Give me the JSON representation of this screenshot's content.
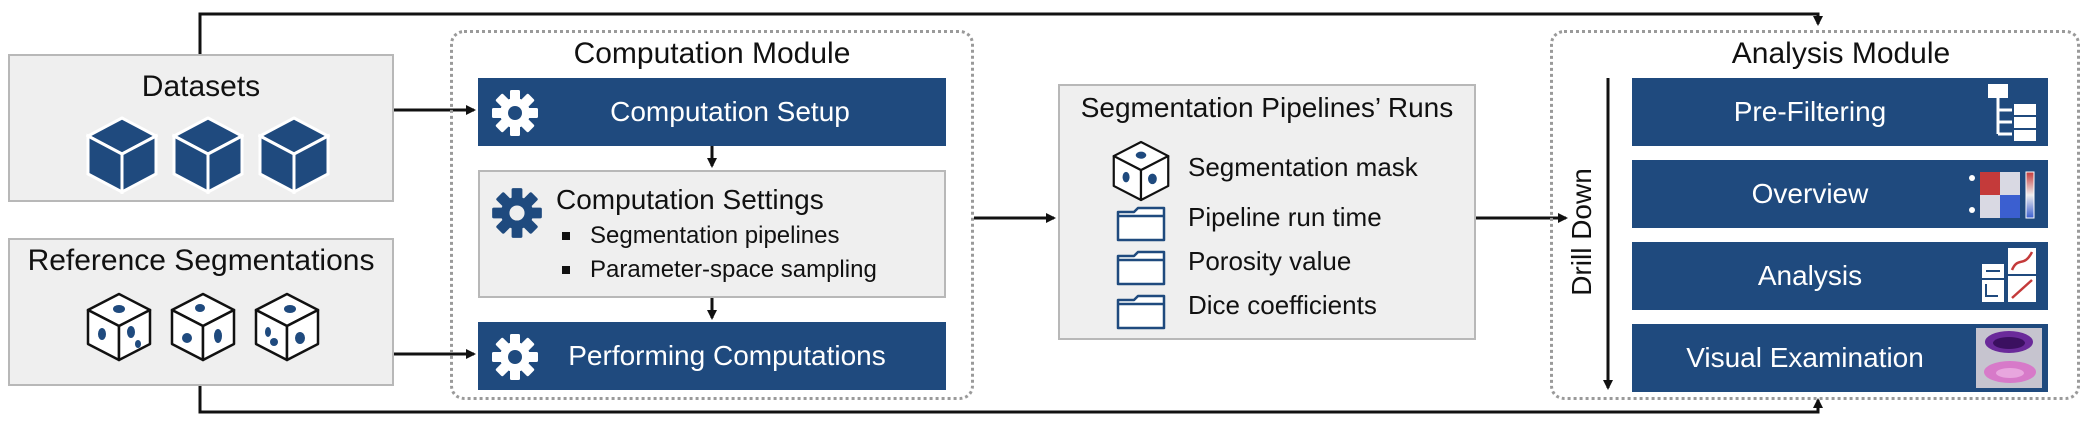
{
  "datasets": {
    "title": "Datasets"
  },
  "reference": {
    "title": "Reference Segmentations"
  },
  "computation": {
    "title": "Computation Module",
    "setup_label": "Computation Setup",
    "settings": {
      "title": "Computation Settings",
      "items": [
        "Segmentation pipelines",
        "Parameter-space sampling"
      ]
    },
    "performing_label": "Performing Computations"
  },
  "pipelines": {
    "title": "Segmentation Pipelines’ Runs",
    "items": [
      "Segmentation mask",
      "Pipeline run time",
      "Porosity value",
      "Dice coefficients"
    ]
  },
  "analysis": {
    "title": "Analysis Module",
    "drill_down": "Drill Down",
    "items": [
      "Pre-Filtering",
      "Overview",
      "Analysis",
      "Visual Examination"
    ]
  },
  "colors": {
    "accent": "#1f4a7e",
    "panel": "#efefef",
    "panel_border": "#b8b8b8"
  },
  "icons": [
    "cube-icon",
    "cube-with-blobs-icon",
    "gear-icon",
    "folder-icon",
    "tree-icon",
    "heatmap-icon",
    "scatter-icon",
    "image-thumbnail-icon"
  ]
}
